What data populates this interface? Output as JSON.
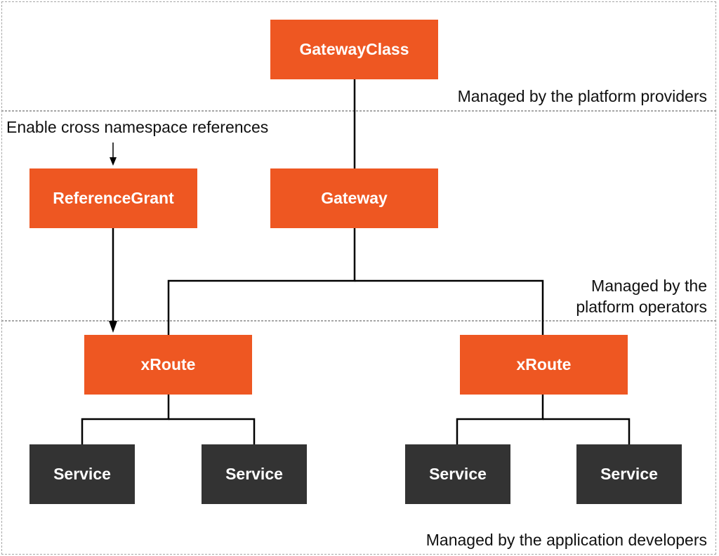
{
  "zones": [
    {
      "label": "Managed by the platform providers"
    },
    {
      "label_line1": "Managed by the",
      "label_line2": "platform operators"
    },
    {
      "label": "Managed by the application developers"
    }
  ],
  "note": "Enable cross namespace references",
  "nodes": {
    "gatewayclass": "GatewayClass",
    "gateway": "Gateway",
    "referencegrant": "ReferenceGrant",
    "xroute_left": "xRoute",
    "xroute_right": "xRoute",
    "service_1": "Service",
    "service_2": "Service",
    "service_3": "Service",
    "service_4": "Service"
  },
  "colors": {
    "resource": "#ee5722",
    "service": "#333333",
    "zone_border": "#a6a6a6"
  }
}
